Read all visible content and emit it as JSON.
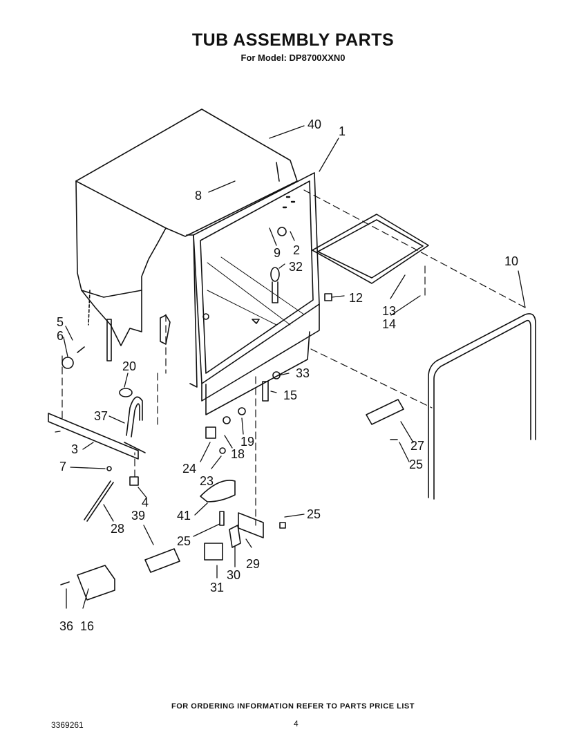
{
  "header": {
    "title": "TUB ASSEMBLY PARTS",
    "subtitle": "For Model: DP8700XXN0"
  },
  "callouts": {
    "c40": "40",
    "c1": "1",
    "c8": "8",
    "c9": "9",
    "c2": "2",
    "c10": "10",
    "c32": "32",
    "c12": "12",
    "c13": "13",
    "c14": "14",
    "c5": "5",
    "c6": "6",
    "c20": "20",
    "c33": "33",
    "c15": "15",
    "c37": "37",
    "c3": "3",
    "c7": "7",
    "c27": "27",
    "c25a": "25",
    "c24": "24",
    "c18": "18",
    "c19": "19",
    "c23": "23",
    "c4": "4",
    "c41": "41",
    "c25b": "25",
    "c28": "28",
    "c39": "39",
    "c25c": "25",
    "c29": "29",
    "c30": "30",
    "c31": "31",
    "c36": "36",
    "c16": "16"
  },
  "footer": {
    "ordering_note": "FOR ORDERING INFORMATION REFER TO PARTS PRICE LIST",
    "document_number": "3369261",
    "page_number": "4"
  }
}
